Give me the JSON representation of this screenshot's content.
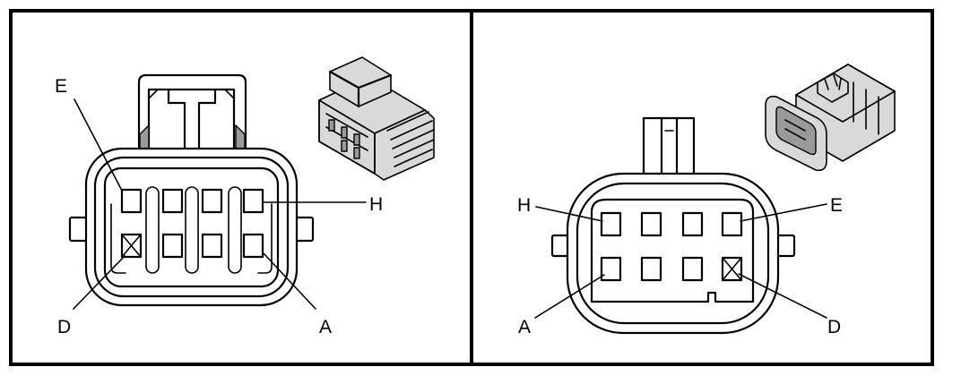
{
  "connector_views": [
    {
      "view": "left",
      "pin_labels": {
        "top_left": "E",
        "top_right": "H",
        "bottom_left": "D",
        "bottom_right": "A"
      }
    },
    {
      "view": "right",
      "pin_labels": {
        "top_left": "H",
        "top_right": "E",
        "bottom_left": "A",
        "bottom_right": "D"
      }
    }
  ]
}
